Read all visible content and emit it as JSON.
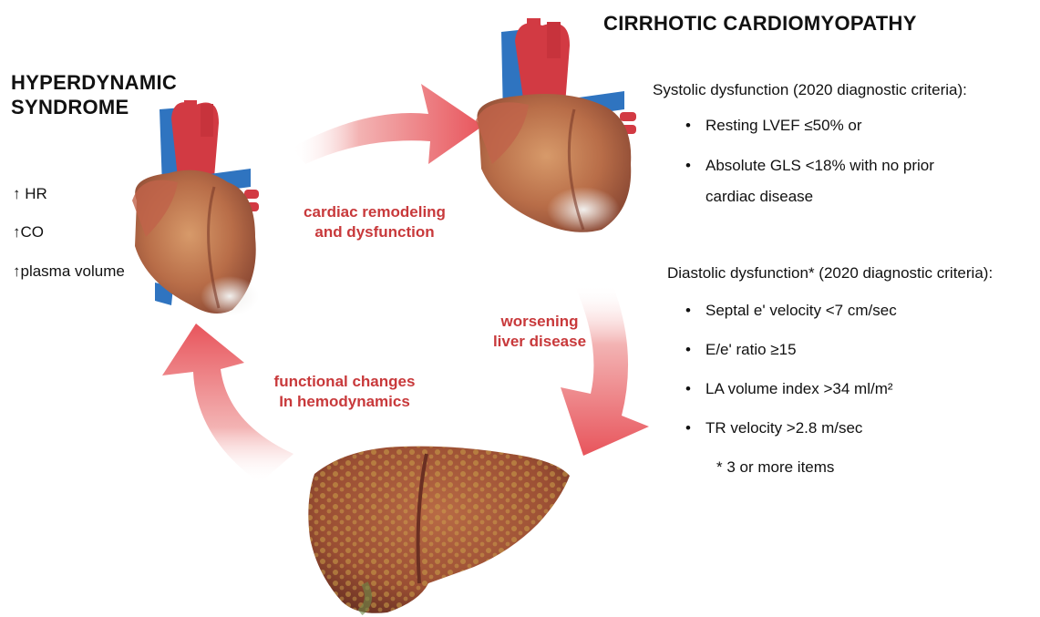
{
  "left": {
    "title_line1": "HYPERDYNAMIC",
    "title_line2": "SYNDROME",
    "signs": [
      "↑ HR",
      "↑CO",
      "↑plasma volume"
    ]
  },
  "right": {
    "title": "CIRRHOTIC CARDIOMYOPATHY",
    "systolic_heading": "Systolic dysfunction (2020 diagnostic criteria):",
    "systolic_items": [
      "Resting LVEF ≤50% or",
      "Absolute GLS <18% with no prior",
      "cardiac disease"
    ],
    "diastolic_heading": "Diastolic dysfunction* (2020 diagnostic criteria):",
    "diastolic_items": [
      "Septal e' velocity <7 cm/sec",
      "E/e' ratio ≥15",
      "LA volume index >34 ml/m²",
      "TR velocity >2.8 m/sec"
    ],
    "footnote": "* 3 or more items"
  },
  "arrows": {
    "top_line1": "cardiac remodeling",
    "top_line2": "and dysfunction",
    "right_line1": "worsening",
    "right_line2": "liver disease",
    "left_line1": "functional changes",
    "left_line2": "In hemodynamics"
  },
  "colors": {
    "arrow_red": "#e8666a",
    "label_red": "#c8393b",
    "vessel_red": "#d23a43",
    "vessel_blue": "#2f74c0",
    "heart_tissue": "#c27a4e",
    "liver": "#9e5236"
  },
  "icons": [
    "heart-illustration",
    "heart-illustration",
    "liver-illustration"
  ]
}
